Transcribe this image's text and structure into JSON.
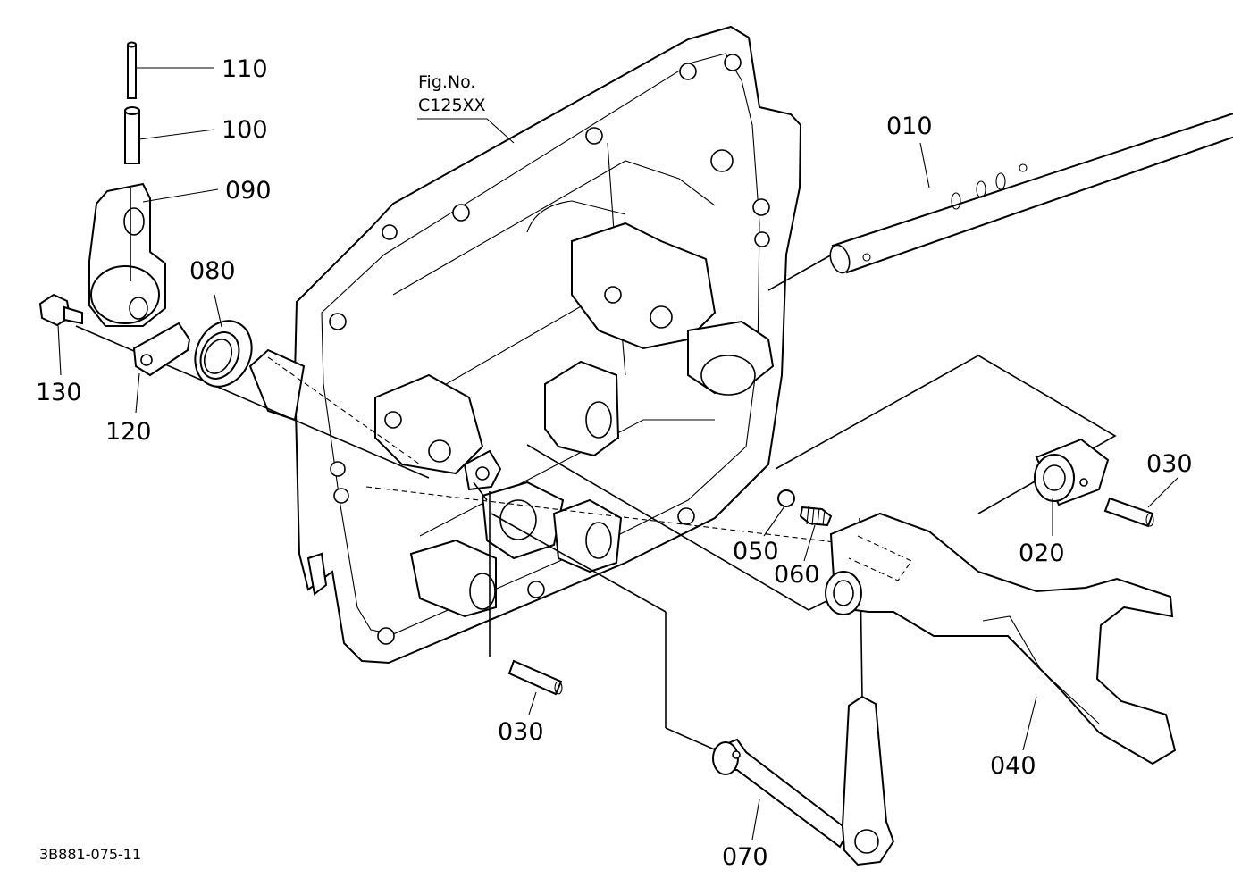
{
  "figure": {
    "fig_label_line1": "Fig.No.",
    "fig_label_line2": "C125XX",
    "drawing_code": "3B881-075-11"
  },
  "callouts": {
    "p010": "010",
    "p020": "020",
    "p030_right": "030",
    "p030_bottom": "030",
    "p040": "040",
    "p050": "050",
    "p060": "060",
    "p070": "070",
    "p080": "080",
    "p090": "090",
    "p100": "100",
    "p110": "110",
    "p120": "120",
    "p130": "130"
  }
}
